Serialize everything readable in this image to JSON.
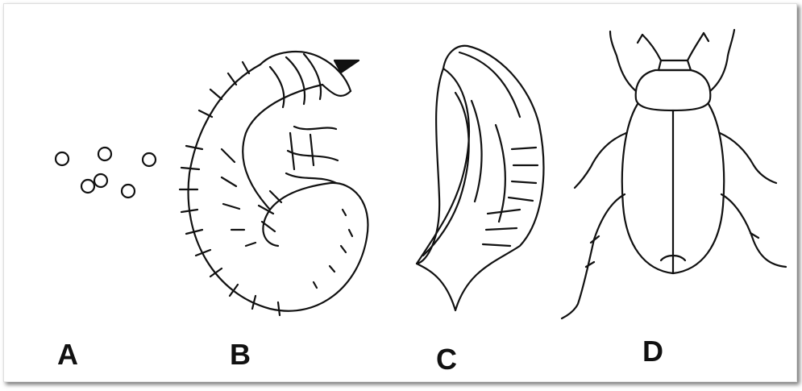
{
  "figure": {
    "labels": [
      "A",
      "B",
      "C",
      "D"
    ]
  },
  "colors": {
    "ink": "#111111",
    "background": "#ffffff",
    "frame_shadow": "#555555"
  }
}
